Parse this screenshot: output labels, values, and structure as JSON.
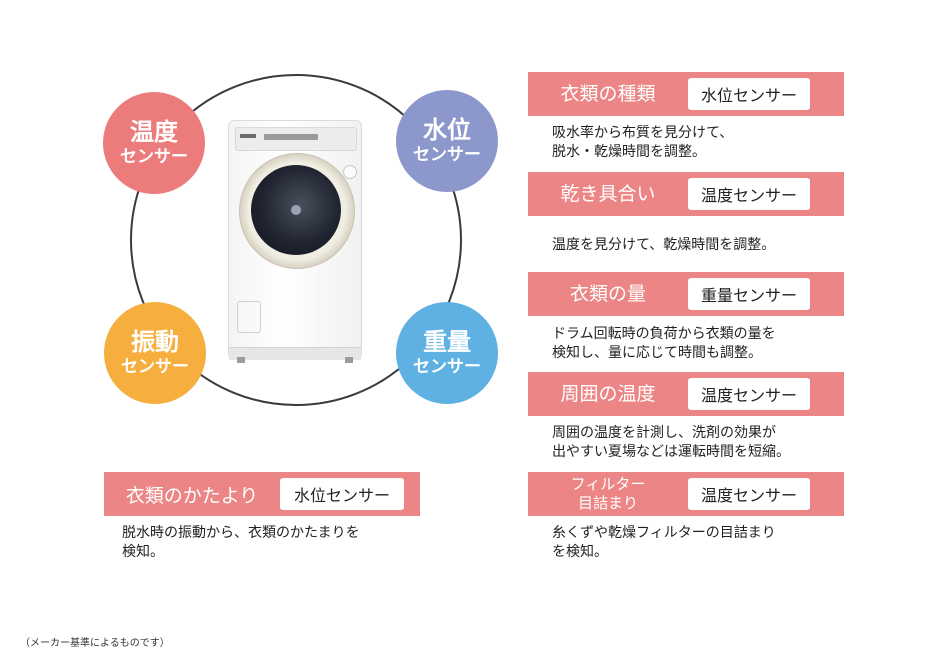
{
  "sensors": {
    "temperature": {
      "main": "温度",
      "sub": "センサー",
      "color": "#ec7b7b"
    },
    "water": {
      "main": "水位",
      "sub": "センサー",
      "color": "#8c97cc"
    },
    "vibration": {
      "main": "振動",
      "sub": "センサー",
      "color": "#f6ae3f"
    },
    "weight": {
      "main": "重量",
      "sub": "センサー",
      "color": "#5fb1e3"
    }
  },
  "features": [
    {
      "title": "衣類の種類",
      "chip": "水位センサー",
      "desc1": "吸水率から布質を見分けて、",
      "desc2": "脱水・乾燥時間を調整。"
    },
    {
      "title": "乾き具合い",
      "chip": "温度センサー",
      "desc1": "温度を見分けて、乾燥時間を調整。",
      "desc2": ""
    },
    {
      "title": "衣類の量",
      "chip": "重量センサー",
      "desc1": "ドラム回転時の負荷から衣類の量を",
      "desc2": "検知し、量に応じて時間も調整。"
    },
    {
      "title": "周囲の温度",
      "chip": "温度センサー",
      "desc1": "周囲の温度を計測し、洗剤の効果が",
      "desc2": "出やすい夏場などは運転時間を短縮。"
    },
    {
      "title_line1": "フィルター",
      "title_line2": "目詰まり",
      "chip": "温度センサー",
      "desc1": "糸くずや乾燥フィルターの目詰まり",
      "desc2": "を検知。"
    }
  ],
  "left_feature": {
    "title": "衣類のかたより",
    "chip": "水位センサー",
    "desc1": "脱水時の振動から、衣類のかたまりを",
    "desc2": "検知。"
  },
  "footnote": "（メーカー基準によるものです）",
  "bar_color": "#ec8686"
}
